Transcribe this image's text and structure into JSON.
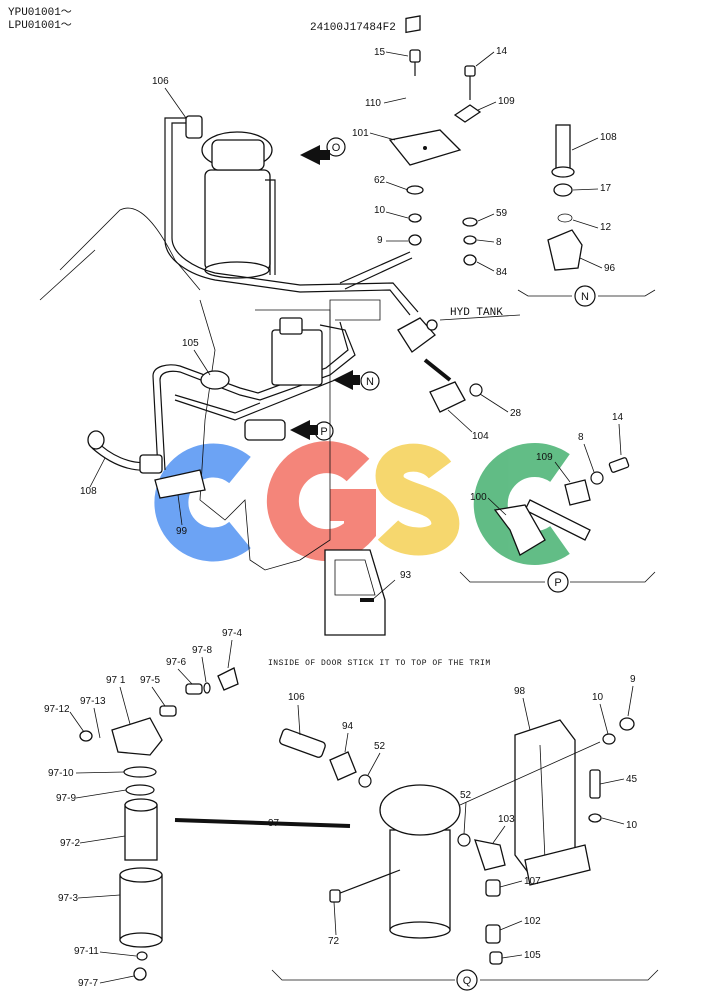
{
  "header": {
    "serial_1": "YPU01001～",
    "serial_2": "LPU01001～",
    "drawing_number": "24100J17484F2"
  },
  "notes": {
    "hyd_tank": "HYD TANK",
    "door_note": "INSIDE OF DOOR STICK IT TO TOP OF THE TRIM"
  },
  "views": {
    "O": "O",
    "N": "N",
    "P": "P",
    "Q": "Q"
  },
  "watermark": {
    "text": "CGSC",
    "colors": [
      "#4d8ff2",
      "#f26b5e",
      "#f5cf4f",
      "#3fae6b"
    ]
  },
  "callouts": [
    "15",
    "14",
    "110",
    "109",
    "101",
    "62",
    "10",
    "9",
    "59",
    "8",
    "84",
    "108",
    "17",
    "12",
    "96",
    "106",
    "105",
    "108",
    "99",
    "104",
    "28",
    "14",
    "8",
    "109",
    "100",
    "93",
    "97-4",
    "97-8",
    "97-6",
    "97-5",
    "97 1",
    "97-12",
    "97-13",
    "97-10",
    "97-9",
    "97-2",
    "97",
    "97-3",
    "97-11",
    "97-7",
    "106",
    "94",
    "52",
    "98",
    "10",
    "9",
    "45",
    "10",
    "52",
    "103",
    "107",
    "102",
    "105",
    "72"
  ]
}
